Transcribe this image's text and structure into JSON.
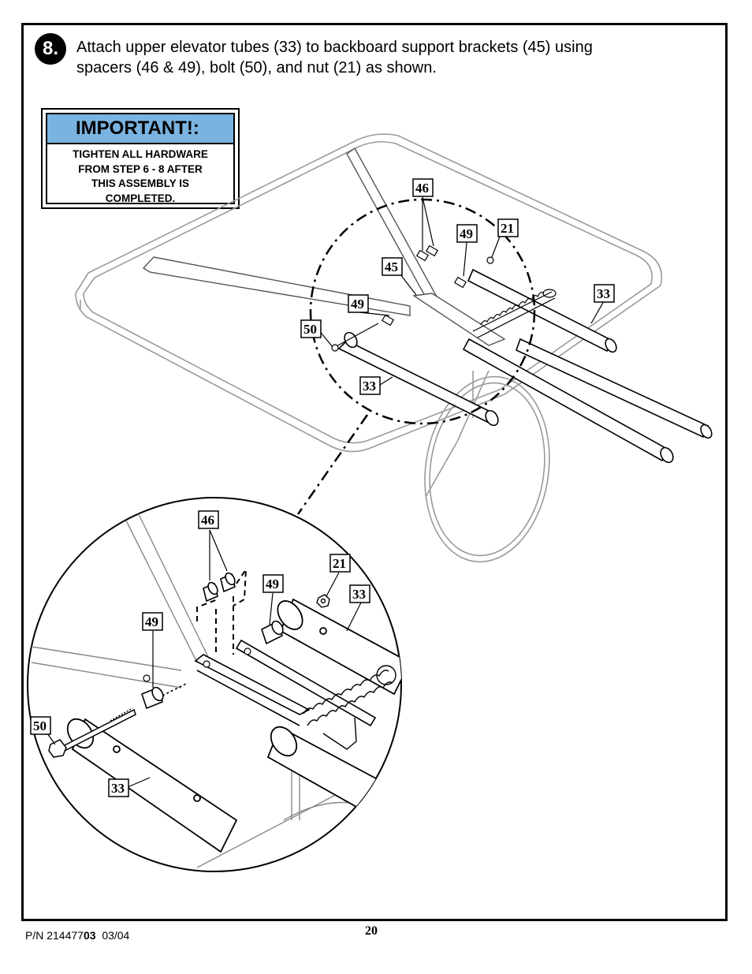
{
  "step": {
    "number": "8.",
    "instruction_line1": "Attach upper elevator tubes (33) to backboard support brackets (45) using",
    "instruction_line2": "spacers (46 & 49), bolt (50), and nut (21) as shown."
  },
  "important": {
    "heading": "IMPORTANT!:",
    "line1": "TIGHTEN ALL HARDWARE",
    "line2": "FROM STEP 6 - 8 AFTER",
    "line3": "THIS ASSEMBLY IS",
    "line4": "COMPLETED."
  },
  "callouts": {
    "top": {
      "c46": "46",
      "c49a": "49",
      "c21": "21",
      "c45": "45",
      "c33a": "33",
      "c49b": "49",
      "c50": "50",
      "c33b": "33"
    },
    "detail": {
      "c46": "46",
      "c21": "21",
      "c49a": "49",
      "c33a": "33",
      "c49b": "49",
      "c50": "50",
      "c33b": "33"
    }
  },
  "footer": {
    "pn_prefix": "P/N 214477",
    "pn_bold": "03",
    "date": "03/04",
    "page_number": "20"
  }
}
